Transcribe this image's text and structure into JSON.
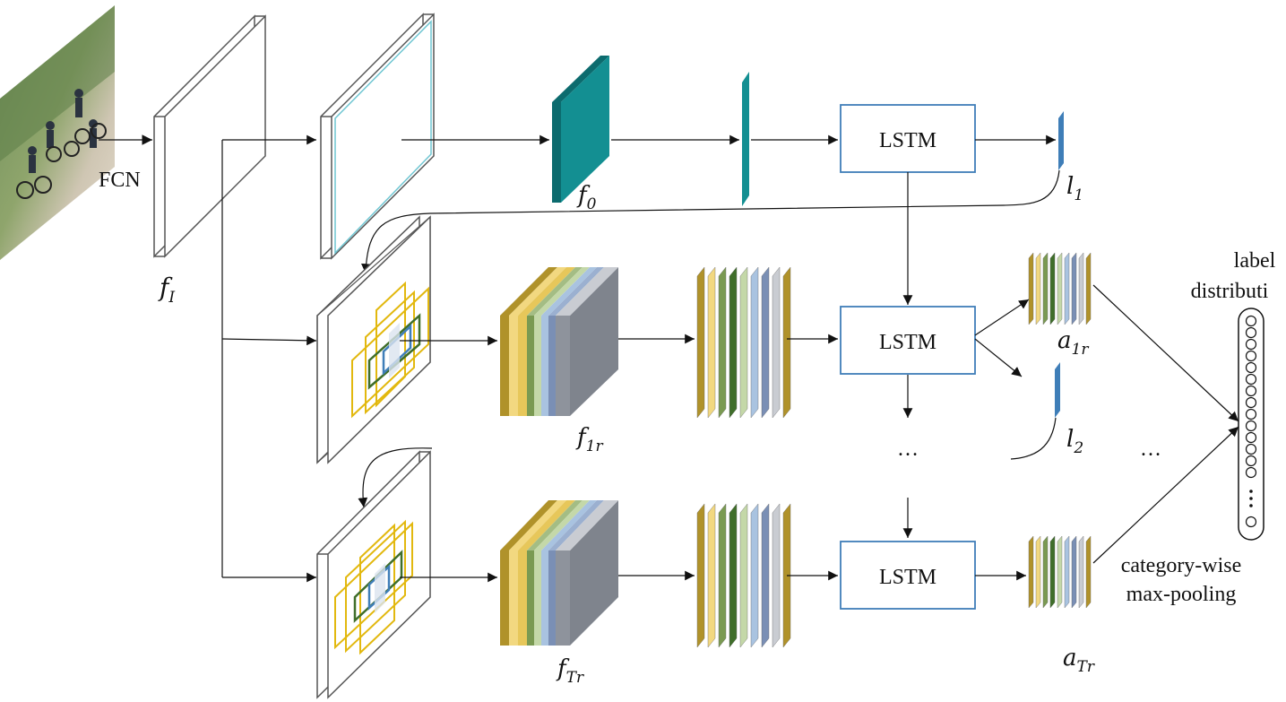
{
  "labels": {
    "fcn": "FCN",
    "lstm_1": "LSTM",
    "lstm_2": "LSTM",
    "lstm_3": "LSTM",
    "label_distribution_line1": "label",
    "label_distribution_line2": "distributi",
    "category_wise_line1": "category-wise",
    "category_wise_line2": "max-pooling",
    "ellipsis_center": "…",
    "ellipsis_right": "…"
  },
  "math": {
    "f_I": {
      "base": "f",
      "sub": "I"
    },
    "f_0": {
      "base": "f",
      "sub": "0"
    },
    "l_1": {
      "base": "l",
      "sub": "1"
    },
    "l_2": {
      "base": "l",
      "sub": "2"
    },
    "f_1r": {
      "base": "f",
      "sub": "1r"
    },
    "f_Tr": {
      "base": "f",
      "sub": "Tr"
    },
    "a_1r": {
      "base": "a",
      "sub": "1r"
    },
    "a_Tr": {
      "base": "a",
      "sub": "Tr"
    }
  },
  "colors": {
    "teal": "#138f92",
    "teal_dark": "#0c6b6e",
    "steel_blue": "#3f7eb8",
    "lstm_border": "#3f7eb8",
    "box_yellow": "#e2b80e",
    "box_green": "#3f6e2a",
    "box_blue": "#3f7eb8",
    "gray_block": "#8e939c",
    "stripes": [
      "#b0922a",
      "#f2d880",
      "#7a9a52",
      "#3f6e2a",
      "#c4d8a8",
      "#a9c3e0",
      "#7a8fb5",
      "#c9ccd2"
    ]
  }
}
